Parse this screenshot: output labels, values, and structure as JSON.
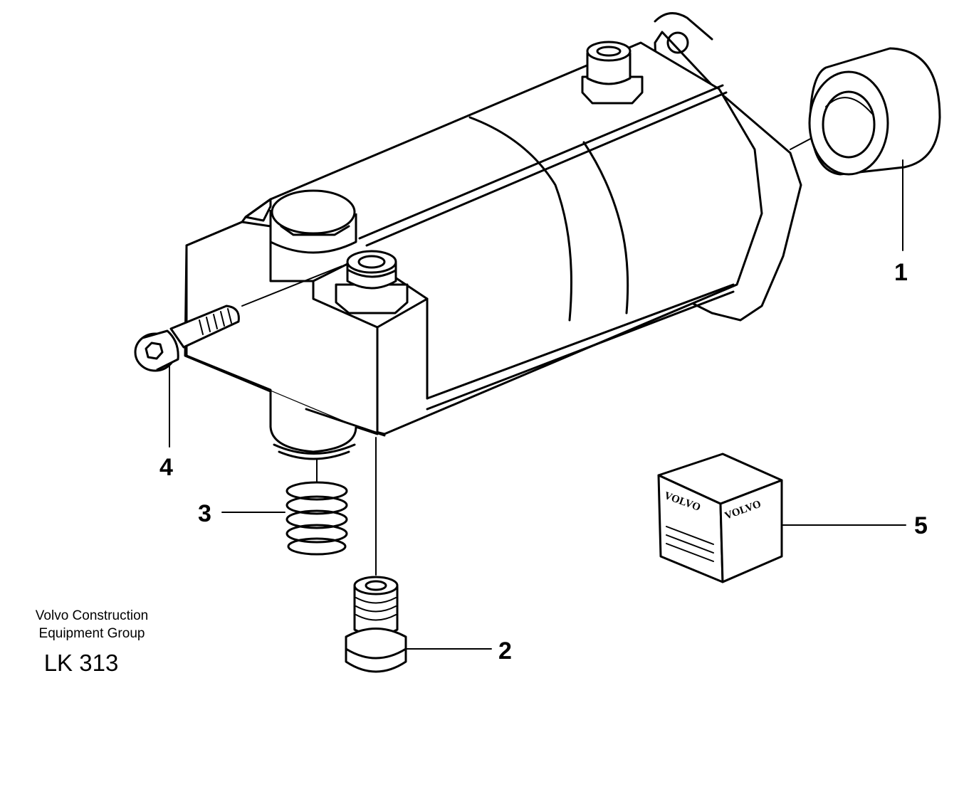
{
  "diagram": {
    "callouts": [
      {
        "number": "1",
        "part": "sleeve"
      },
      {
        "number": "2",
        "part": "threaded-plug"
      },
      {
        "number": "3",
        "part": "spring"
      },
      {
        "number": "4",
        "part": "cap-screw"
      },
      {
        "number": "5",
        "part": "parts-kit-box"
      }
    ],
    "box_brand": "VOLVO",
    "caption_line1": "Volvo Construction",
    "caption_line2": "Equipment Group",
    "diagram_code": "LK 313"
  }
}
